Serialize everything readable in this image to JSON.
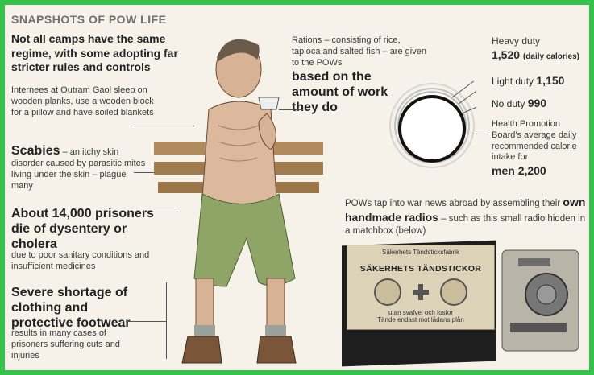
{
  "section_title": "SNAPSHOTS OF POW LIFE",
  "lead": "Not all camps have the same regime, with some adopting far stricter rules and controls",
  "internees": "Internees at Outram Gaol sleep on wooden planks, use a wooden block for a pillow and have soiled blankets",
  "scabies": {
    "title": "Scabies",
    "text": " – an itchy skin disorder caused by parasitic mites living under the skin – plague many"
  },
  "deaths": {
    "title": "About 14,000 prisoners die of dysentery or cholera",
    "text": "due to poor sanitary conditions and insufficient medicines"
  },
  "clothing": {
    "title": "Severe shortage of clothing and protective footwear",
    "text": "results in many cases of prisoners suffering cuts and injuries"
  },
  "rations": {
    "intro": "Rations – consisting of rice, tapioca and salted fish – are given to the POWs",
    "emphasis": "based on the amount of work they do"
  },
  "calories": {
    "heavy_label": "Heavy duty",
    "heavy_value": "1,520",
    "unit": "(daily calories)",
    "light_label": "Light duty",
    "light_value": "1,150",
    "none_label": "No duty",
    "none_value": "990",
    "hpb_text": "Health Promotion Board's average daily recommended calorie intake for",
    "hpb_men": "men",
    "hpb_value": "2,200"
  },
  "radio": {
    "intro": "POWs tap into war news abroad by assembling their",
    "emphasis": "own handmade radios",
    "text": " – such as this small radio hidden in a matchbox (below)"
  },
  "matchbox": {
    "maker": "Säkerhets Tändsticksfabrik",
    "brand": "SÄKERHETS TÄNDSTICKOR",
    "line1": "utan svafvel och fosfor",
    "line2": "Tände endast mot lådans plån"
  },
  "colors": {
    "border": "#34c24a",
    "background": "#f6f2ea"
  }
}
